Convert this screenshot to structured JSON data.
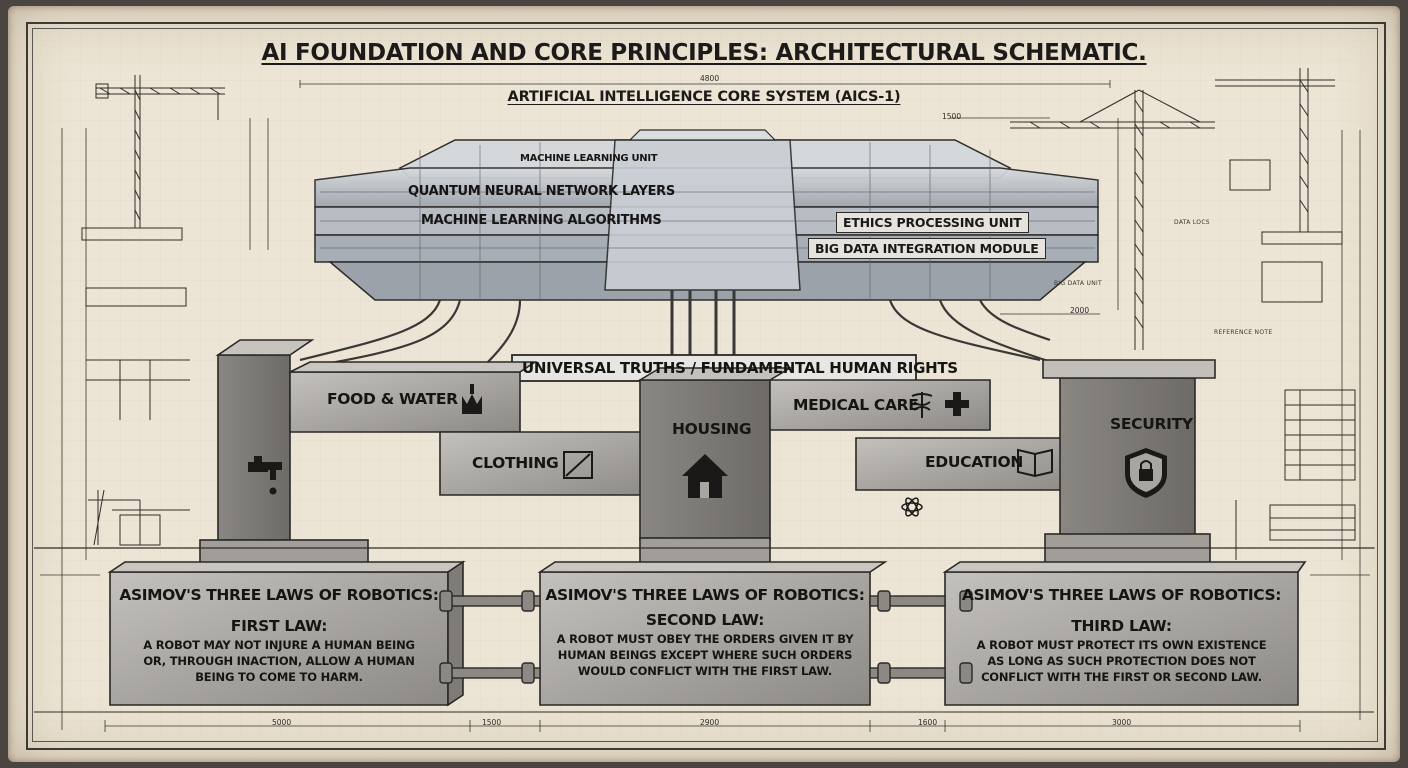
{
  "diagram": {
    "title": "AI FOUNDATION AND CORE PRINCIPLES: ARCHITECTURAL SCHEMATIC.",
    "subtitle": "ARTIFICIAL INTELLIGENCE CORE SYSTEM (AICS-1)",
    "core": {
      "labels": {
        "ml_unit": "MACHINE LEARNING UNIT",
        "quantum": "QUANTUM NEURAL NETWORK LAYERS",
        "ml_algorithms": "MACHINE LEARNING ALGORITHMS",
        "ethics": "ETHICS PROCESSING UNIT",
        "big_data": "BIG DATA INTEGRATION MODULE"
      }
    },
    "principles_banner": "UNIVERSAL TRUTHS / FUNDAMENTAL HUMAN RIGHTS",
    "rights": [
      {
        "label": "FOOD & WATER",
        "icon": "wheat-icon"
      },
      {
        "label": "HOUSING",
        "icon": "house-icon"
      },
      {
        "label": "MEDICAL CARE",
        "icon": "caduceus-icon"
      },
      {
        "label": "CLOTHING",
        "icon": "fabric-icon"
      },
      {
        "label": "EDUCATION",
        "icon": "book-icon"
      },
      {
        "label": "SECURITY",
        "icon": "shield-lock-icon"
      }
    ],
    "laws": [
      {
        "heading": "ASIMOV'S THREE LAWS OF ROBOTICS:",
        "name": "FIRST LAW:",
        "text": [
          "A ROBOT MAY NOT INJURE A HUMAN BEING",
          "OR, THROUGH INACTION, ALLOW A HUMAN",
          "BEING TO COME TO HARM."
        ]
      },
      {
        "heading": "ASIMOV'S THREE LAWS OF ROBOTICS:",
        "name": "SECOND LAW:",
        "text": [
          "A ROBOT MUST OBEY THE ORDERS GIVEN IT BY",
          "HUMAN BEINGS EXCEPT WHERE SUCH ORDERS",
          "WOULD CONFLICT WITH THE FIRST LAW."
        ]
      },
      {
        "heading": "ASIMOV'S THREE LAWS OF ROBOTICS:",
        "name": "THIRD LAW:",
        "text": [
          "A ROBOT MUST PROTECT ITS OWN EXISTENCE",
          "AS LONG AS SUCH PROTECTION DOES NOT",
          "CONFLICT WITH THE FIRST OR SECOND LAW."
        ]
      }
    ],
    "dimensions": {
      "top": "4800",
      "right_top": "1500",
      "right_mid": "2000",
      "bottom": [
        "5000",
        "1500",
        "2900",
        "1600",
        "3000"
      ]
    },
    "annotations": {
      "reference_note": "REFERENCE NOTE",
      "big_data_label": "BIG DATA UNIT",
      "data_locs": "DATA LOCS"
    },
    "colors": {
      "paper": "#ece4d4",
      "ink": "#1d1b19",
      "concrete": "#a9a6a1",
      "concrete_dark": "#7d7a75",
      "glass": "#c6cbd0"
    }
  }
}
